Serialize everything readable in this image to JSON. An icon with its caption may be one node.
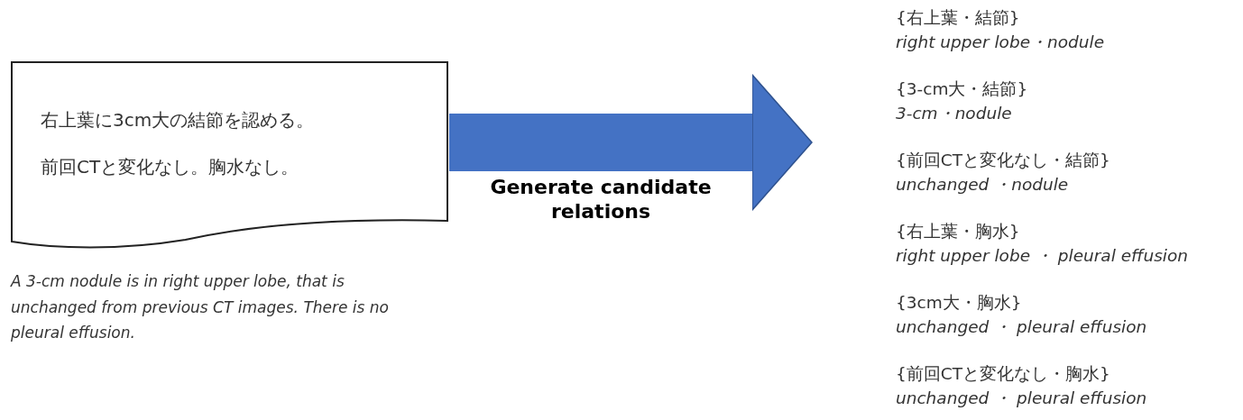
{
  "diagram": {
    "nodes": [
      {
        "text": [
          "右上葉に3cm大の結節を認める。",
          "前回CTと変化なし。胸水なし。"
        ],
        "beside": [
          "A 3-cm nodule is in right upper lobe, that is unchanged from previous CT images. There is no pleural effusion."
        ]
      },
      {
        "text": [
          "{右上葉・結節}",
          "right upper lobe・nodule",
          "{3-cm大・結節}",
          "3-cm・nodule",
          "{前回CTと変化なし・結節}",
          "unchanged ・nodule",
          "{右上葉・胸水}",
          "right upper lobe ・ pleural effusion",
          "{3cm大・胸水}",
          "unchanged ・ pleural effusion",
          "{前回CTと変化なし・胸水}",
          "unchanged ・ pleural effusion"
        ]
      }
    ],
    "edges": [
      {
        "from": 0,
        "to": 1,
        "arrow": "to",
        "label": "Generate candidate relations"
      }
    ]
  }
}
